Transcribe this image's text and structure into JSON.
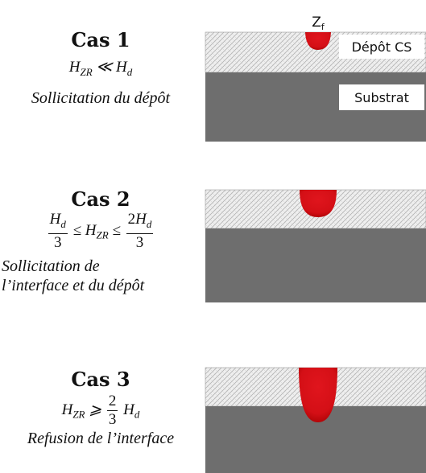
{
  "cases": [
    {
      "title": "Cas 1",
      "cond_html": "H<sub>ZR</sub> ≪ H<sub>d</sub>",
      "desc_lines": [
        "Sollicitation du dépôt"
      ]
    },
    {
      "title": "Cas 2",
      "cond_html": "<span class=\"frac\"><span class=\"num\">H<sub>d</sub></span><span class=\"den\">3</span></span> ≤ H<sub>ZR</sub> ≤ <span class=\"frac\"><span class=\"num\"><span class=\"up\">2</span>H<sub>d</sub></span><span class=\"den\">3</span></span>",
      "desc_lines": [
        "Sollicitation de",
        "l’interface et du dépôt"
      ]
    },
    {
      "title": "Cas 3",
      "cond_html": "H<sub>ZR</sub> ⩾ <span class=\"frac\"><span class=\"num up\">2</span><span class=\"den\">3</span></span> H<sub>d</sub>",
      "desc_lines": [
        "Refusion de l’interface"
      ]
    }
  ],
  "labels": {
    "zf": "Z",
    "zf_sub": "f",
    "depot": "Dépôt CS",
    "substrat": "Substrat"
  },
  "colors": {
    "substrate": "#6e6e6e",
    "coating_bg": "#efefef",
    "coating_hatch": "#b3b3b3",
    "melt_outer": "#e0151d",
    "melt_inner": "#9e0000"
  }
}
